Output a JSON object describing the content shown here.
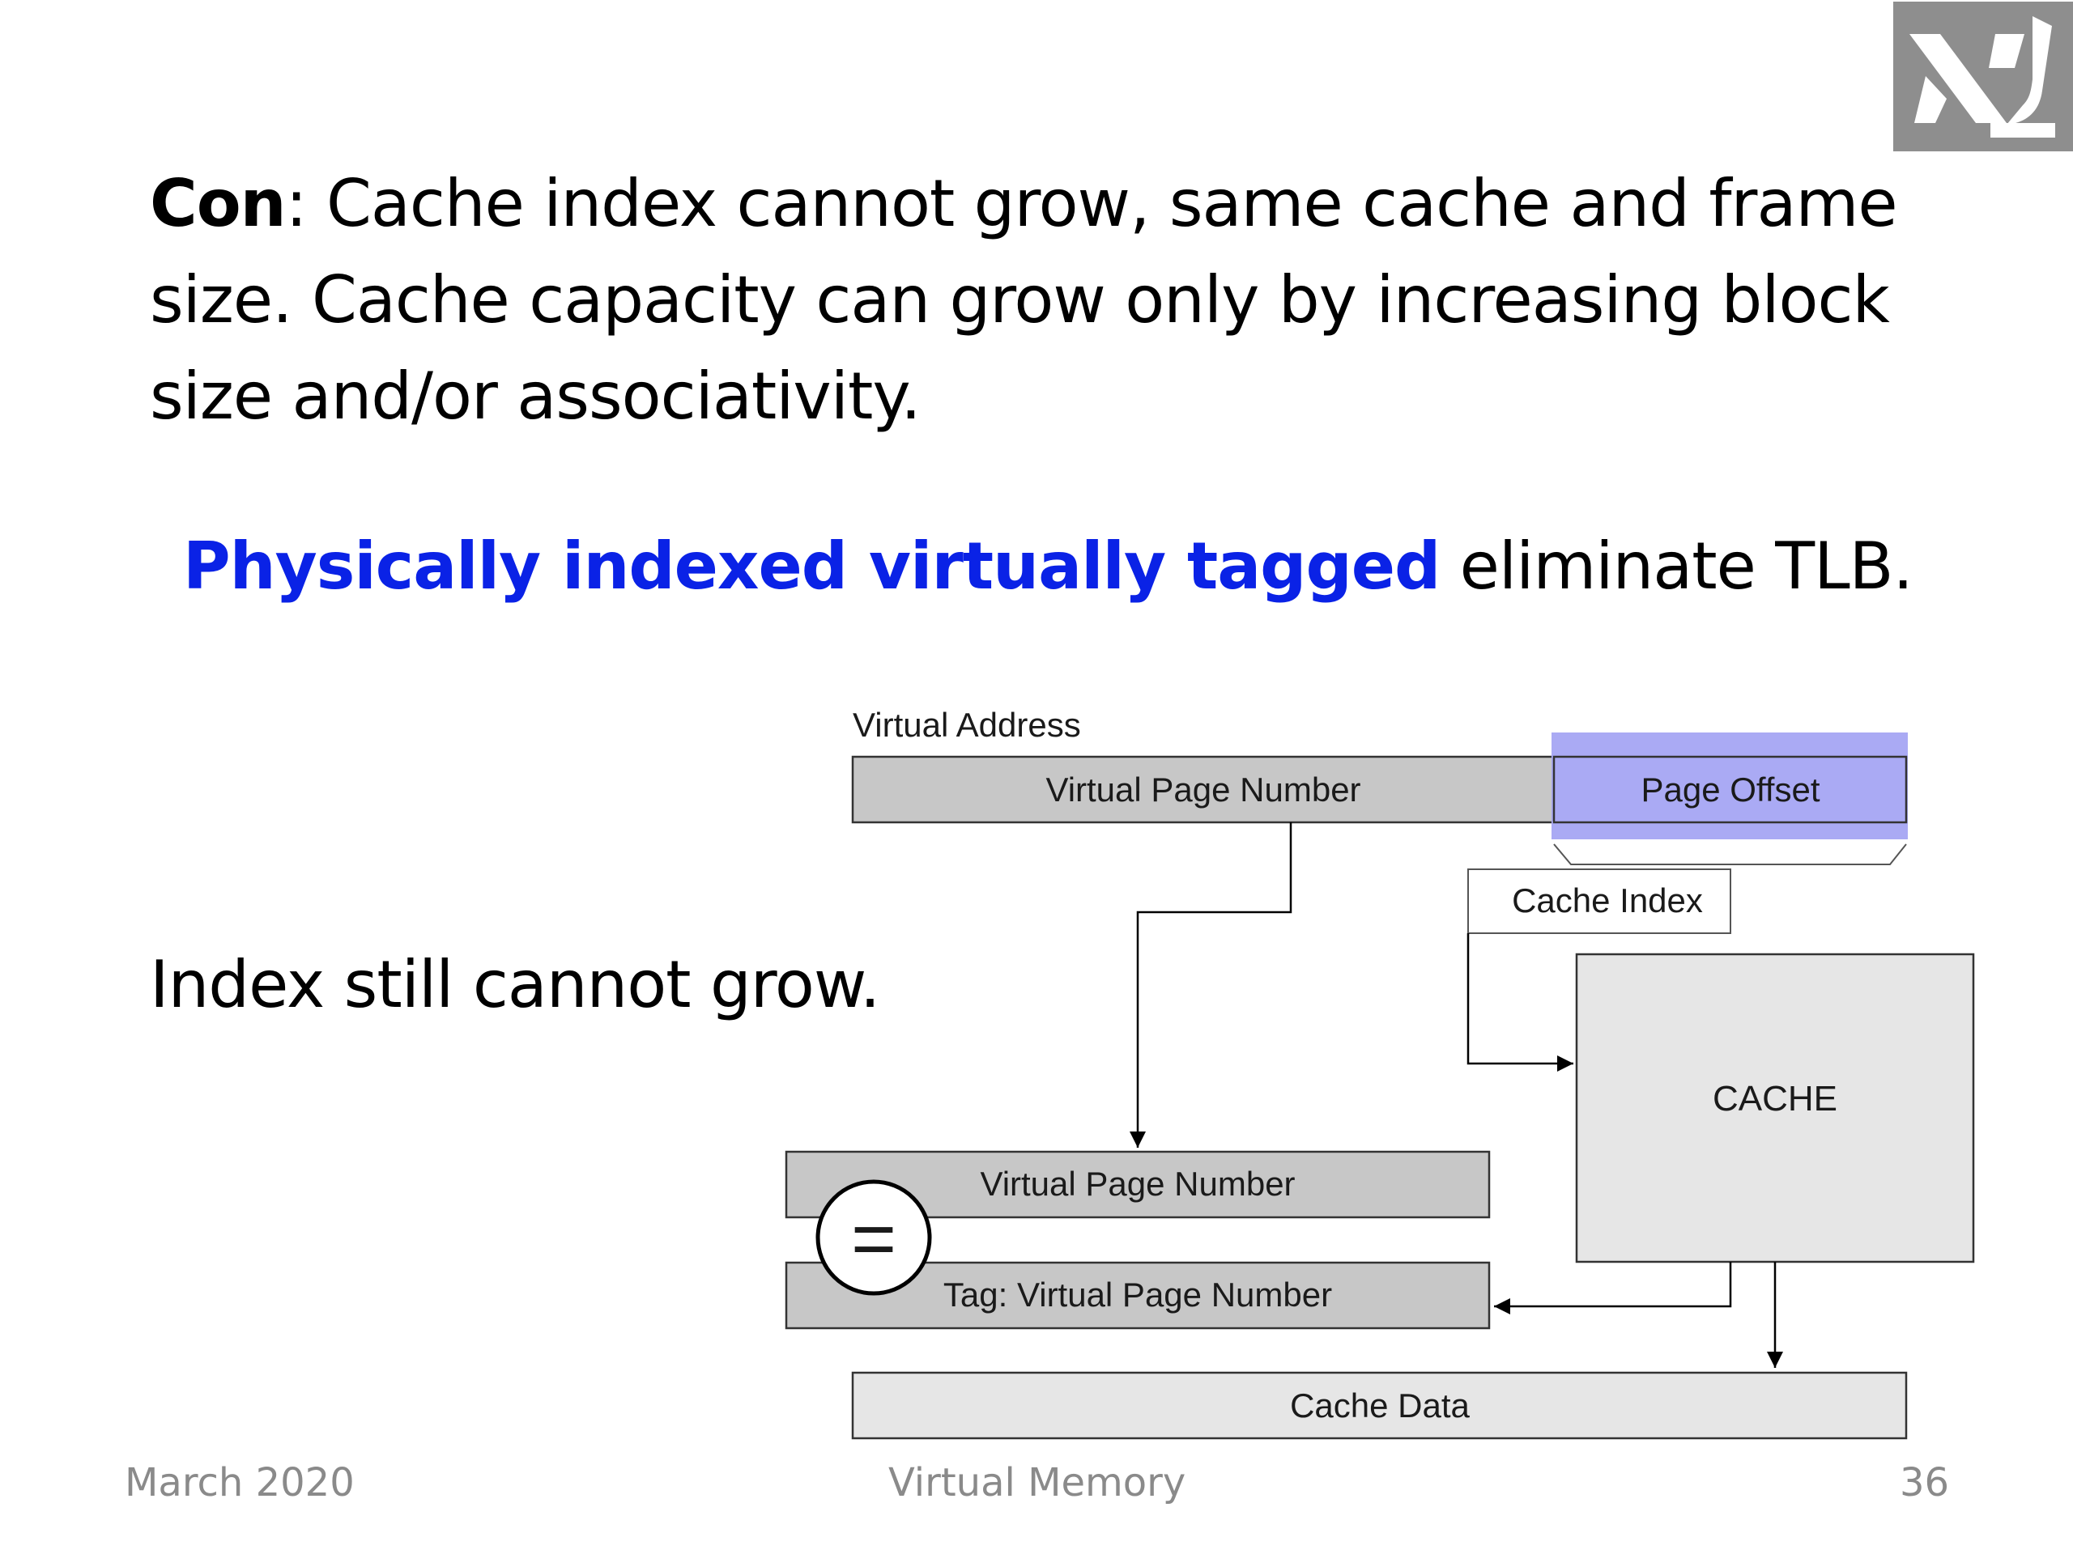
{
  "con": {
    "label": "Con",
    "text": ": Cache index cannot grow, same cache and frame size. Cache capacity can grow only by increasing block size and/or associativity."
  },
  "pivt": {
    "highlight": "Physically indexed virtually tagged",
    "rest": " eliminate TLB."
  },
  "index_note": "Index still cannot grow.",
  "diagram": {
    "virtual_address_label": "Virtual Address",
    "virtual_page_number": "Virtual Page Number",
    "page_offset": "Page Offset",
    "cache_index": "Cache Index",
    "cache": "CACHE",
    "compare_vpn": "Virtual Page Number",
    "equals": "=",
    "tag_vpn": "Tag: Virtual Page Number",
    "cache_data": "Cache Data"
  },
  "footer": {
    "date": "March 2020",
    "title": "Virtual Memory",
    "page": "36"
  },
  "colors": {
    "highlight_text": "#0a22e6",
    "page_offset_highlight": "#aaaaf4",
    "gray_box": "#c7c7c7",
    "light_box": "#e6e6e6",
    "footer_text": "#8a8a8a"
  },
  "icons": {
    "logo": "technion-logo-icon"
  }
}
